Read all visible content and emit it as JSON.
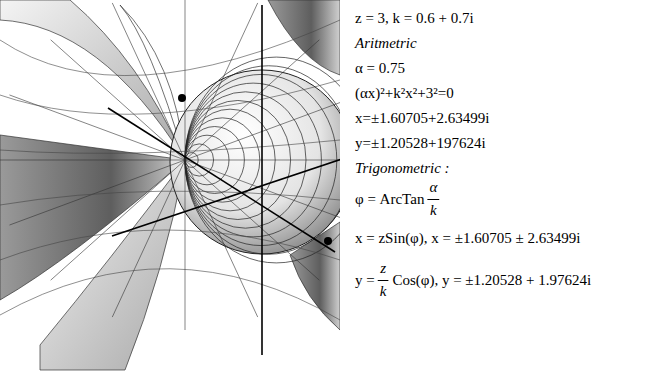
{
  "diagram": {
    "labels": [
      "z = 3, k = 0.6 + 0.7i",
      "Aritmetric",
      "α = 0.75",
      "(αx)²+k²x²+3²=0",
      "x=±1.60705+2.63499i",
      "y=±1.20528+197624i",
      "Trigonometric :",
      "φ = ArcTan",
      "α",
      "k",
      "x = zSin(φ), x = ±1.60705 ± 2.63499i",
      "y =",
      "z",
      "k",
      "Cos(φ), y = ±1.20528 + 1.97624i"
    ]
  }
}
